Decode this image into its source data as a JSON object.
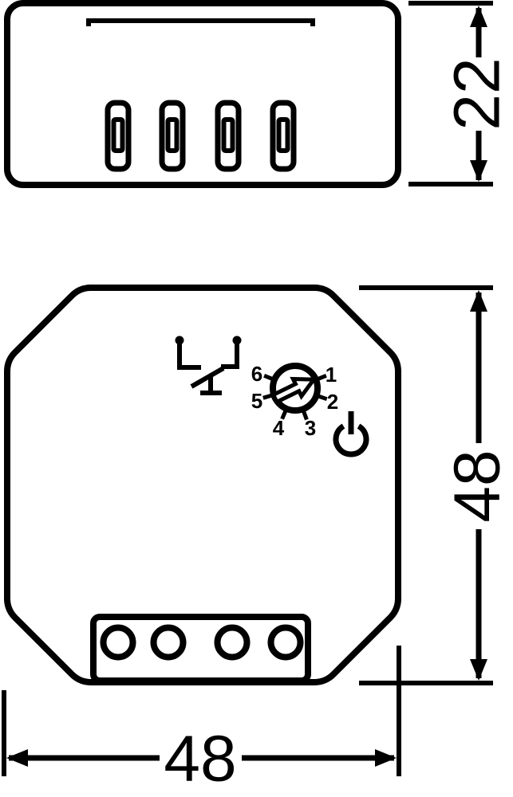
{
  "drawing": {
    "background_color": "#ffffff",
    "line_color": "#000000",
    "dimensions": {
      "depth_mm": "22",
      "height_mm": "48",
      "width_mm": "48"
    },
    "rotary_selector": {
      "positions": [
        "1",
        "2",
        "3",
        "4",
        "5",
        "6"
      ]
    }
  }
}
